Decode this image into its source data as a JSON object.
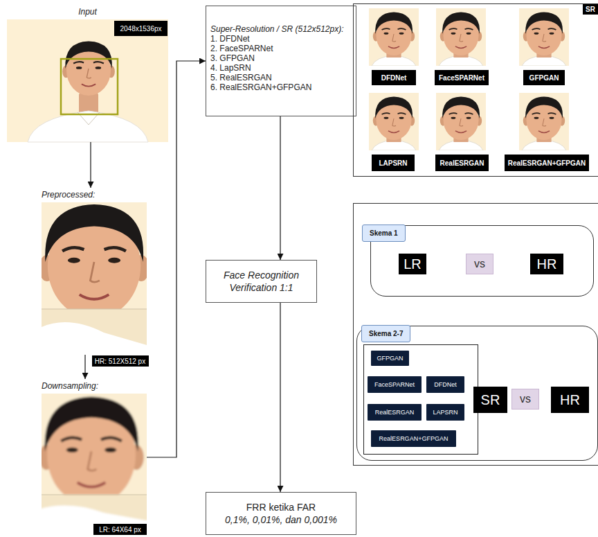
{
  "diagram": {
    "nodes": [
      {
        "text": [
          "Input"
        ]
      },
      {
        "text": [
          "2048x1536px"
        ],
        "in": 0
      },
      {
        "text": [
          "Preprocessed:"
        ]
      },
      {
        "text": [
          "HR: 512X512 px"
        ],
        "in": 2
      },
      {
        "text": [
          "Downsampling:"
        ]
      },
      {
        "text": [
          "LR: 64X64 px"
        ],
        "in": 4
      },
      {
        "text": [
          "Super-Resolution / SR (512x512px):",
          "1. DFDNet",
          "2. FaceSPARNet",
          "3. GFPGAN",
          "4. LapSRN",
          "5. RealESRGAN",
          "6. RealESRGAN+GFPGAN"
        ]
      },
      {
        "text": [
          "SR"
        ]
      },
      {
        "text": [
          "DFDNet"
        ],
        "in": 7
      },
      {
        "text": [
          "FaceSPARNet"
        ],
        "in": 7
      },
      {
        "text": [
          "GFPGAN"
        ],
        "in": 7
      },
      {
        "text": [
          "LAPSRN"
        ],
        "in": 7
      },
      {
        "text": [
          "RealESRGAN"
        ],
        "in": 7
      },
      {
        "text": [
          "RealESRGAN+GFPGAN"
        ],
        "in": 7
      },
      {
        "text": [
          "Face Recognition Verification 1:1"
        ]
      },
      {
        "text": [
          "Skema 1"
        ]
      },
      {
        "text": [
          "LR"
        ],
        "in": 15
      },
      {
        "text": [
          "vs"
        ],
        "in": 15
      },
      {
        "text": [
          "HR"
        ],
        "in": 15
      },
      {
        "text": [
          "Skema 2-7"
        ]
      },
      {
        "text": [
          "GFPGAN"
        ],
        "in": 19
      },
      {
        "text": [
          "FaceSPARNet"
        ],
        "in": 19
      },
      {
        "text": [
          "DFDNet"
        ],
        "in": 19
      },
      {
        "text": [
          "RealESRGAN"
        ],
        "in": 19
      },
      {
        "text": [
          "LAPSRN"
        ],
        "in": 19
      },
      {
        "text": [
          "RealESRGAN+GFPGAN"
        ],
        "in": 19
      },
      {
        "text": [
          "SR"
        ],
        "in": 19
      },
      {
        "text": [
          "vs"
        ],
        "in": 19
      },
      {
        "text": [
          "HR"
        ],
        "in": 19
      },
      {
        "text": [
          "FRR ketika FAR",
          "0,1%, 0,01%, dan 0,001%"
        ]
      }
    ],
    "edges": [
      {
        "from": 0,
        "to": 2,
        "arrow": "to"
      },
      {
        "from": 2,
        "to": 4,
        "arrow": "to"
      },
      {
        "from": 4,
        "to": 6,
        "arrow": "to"
      },
      {
        "from": 6,
        "to": 14,
        "arrow": "to"
      },
      {
        "from": 14,
        "to": 29,
        "arrow": "to"
      }
    ]
  }
}
